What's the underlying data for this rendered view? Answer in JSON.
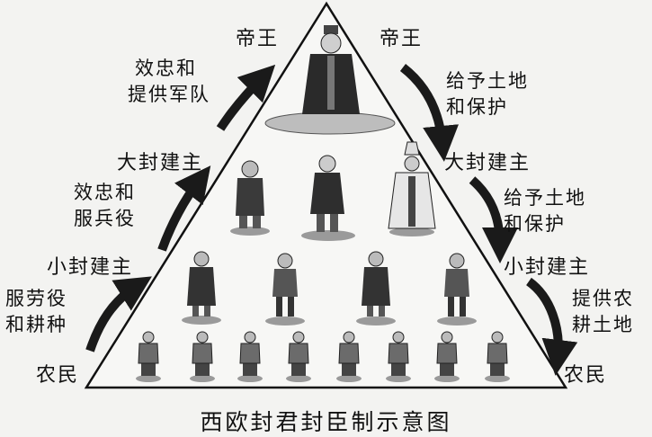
{
  "caption": "西欧封君封臣制示意图",
  "tiers": {
    "top_left": "帝王",
    "top_right": "帝王",
    "big_left": "大封建主",
    "big_right": "大封建主",
    "small_left": "小封建主",
    "small_right": "小封建主",
    "peasant_left": "农民",
    "peasant_right": "农民"
  },
  "left_relations": [
    {
      "line1": "效忠和",
      "line2": "提供军队"
    },
    {
      "line1": "效忠和",
      "line2": "服兵役"
    },
    {
      "line1": "服劳役",
      "line2": "和耕种"
    }
  ],
  "right_relations": [
    {
      "line1": "给予土地",
      "line2": "和保护"
    },
    {
      "line1": "给予土地",
      "line2": "和保护"
    },
    {
      "line1": "提供农",
      "line2": "耕土地"
    }
  ],
  "colors": {
    "ink": "#111111",
    "pyramid_fill": "#f7f7f5",
    "arrow": "#1a1a1a",
    "figure_dark": "#2a2a2a",
    "figure_mid": "#6b6b6b"
  }
}
